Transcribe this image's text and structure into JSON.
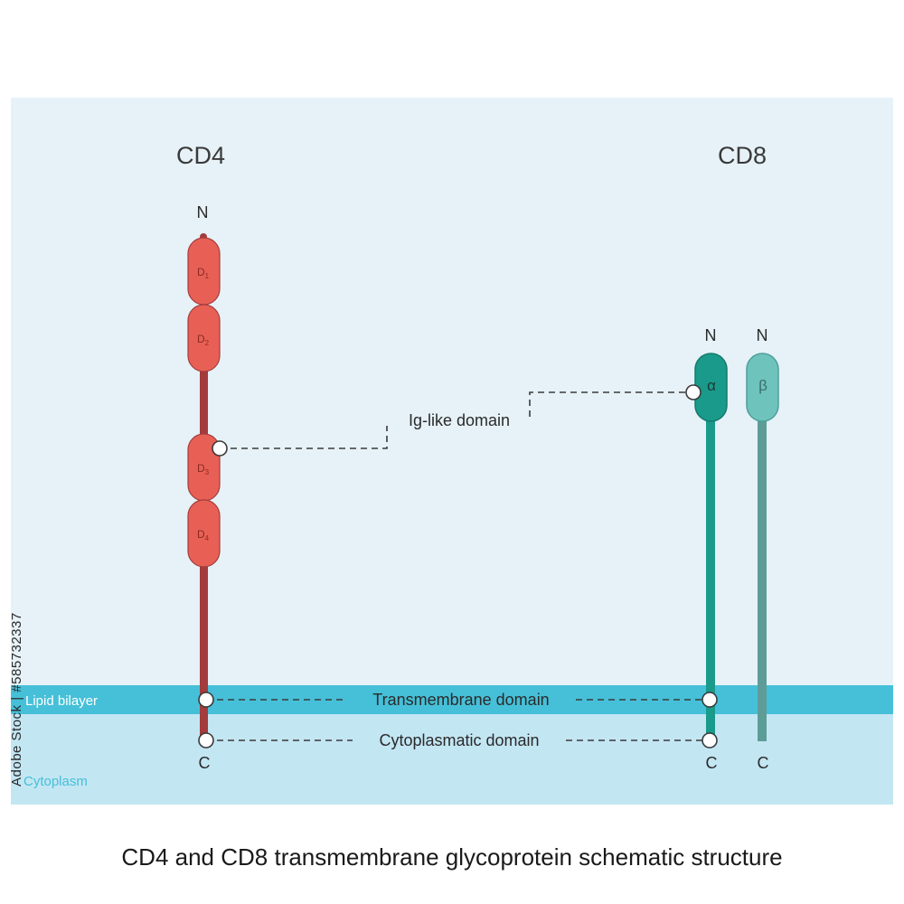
{
  "title": "CD4 and CD8 transmembrane glycoprotein schematic structure",
  "stock_id": "Adobe Stock | #585732337",
  "colors": {
    "extracellular": "#e6f2f8",
    "lipid_bilayer": "#46c0d8",
    "cytoplasm": "#c3e6f3",
    "cd4_domain": "#e86055",
    "cd4_stalk": "#a33c3c",
    "cd8_alpha": "#1a9a8a",
    "cd8_beta": "#6fc3bd",
    "cd8_beta_stalk": "#5e9c98",
    "region_label": "#ffffff"
  },
  "regions": {
    "lipid_bilayer": "Lipid bilayer",
    "cytoplasm": "Cytoplasm"
  },
  "cd4": {
    "name": "CD4",
    "n_terminus": "N",
    "c_terminus": "C",
    "domains": [
      {
        "label": "D",
        "sub": "1"
      },
      {
        "label": "D",
        "sub": "2"
      },
      {
        "label": "D",
        "sub": "3"
      },
      {
        "label": "D",
        "sub": "4"
      }
    ]
  },
  "cd8": {
    "name": "CD8",
    "alpha": {
      "n_terminus": "N",
      "c_terminus": "C",
      "label": "α"
    },
    "beta": {
      "n_terminus": "N",
      "c_terminus": "C",
      "label": "β"
    }
  },
  "annotations": {
    "ig_like": "Ig-like domain",
    "transmembrane": "Transmembrane domain",
    "cytoplasmatic": "Cytoplasmatic domain"
  }
}
